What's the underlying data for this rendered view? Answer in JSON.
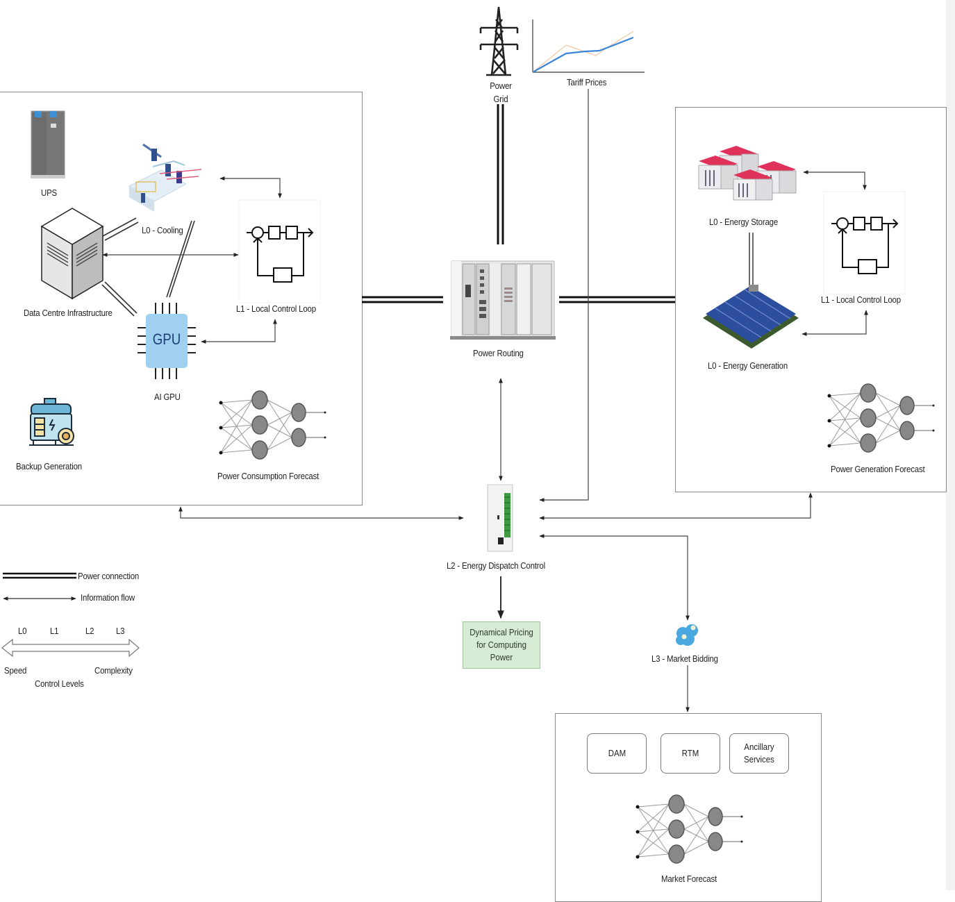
{
  "title": "Data centre energy control architecture",
  "top": {
    "power_grid_label_line1": "Power",
    "power_grid_label_line2": "Grid",
    "tariff_label": "Tariff Prices"
  },
  "data_centre": {
    "ups_label": "UPS",
    "cooling_label": "L0 - Cooling",
    "infrastructure_label": "Data Centre Infrastructure",
    "gpu_chip_text": "GPU",
    "gpu_label": "AI GPU",
    "local_loop_label": "L1 - Local Control Loop",
    "backup_label": "Backup Generation",
    "forecast_label": "Power Consumption Forecast"
  },
  "center": {
    "power_routing_label": "Power Routing",
    "dispatch_label": "L2 - Energy Dispatch Control",
    "pricing_line1": "Dynamical Pricing",
    "pricing_line2": "for Computing",
    "pricing_line3": "Power",
    "market_bidding_label": "L3 - Market Bidding"
  },
  "generation": {
    "storage_label": "L0 - Energy Storage",
    "local_loop_label": "L1 - Local Control Loop",
    "generation_label": "L0 - Energy Generation",
    "forecast_label": "Power Generation Forecast"
  },
  "market": {
    "dam_label": "DAM",
    "rtm_label": "RTM",
    "ancillary_line1": "Ancillary",
    "ancillary_line2": "Services",
    "forecast_label": "Market Forecast"
  },
  "legend": {
    "power_connection": "Power connection",
    "information_flow": "Information flow",
    "levels": [
      "L0",
      "L1",
      "L2",
      "L3"
    ],
    "speed": "Speed",
    "complexity": "Complexity",
    "control_levels": "Control Levels"
  },
  "colors": {
    "gpu_fill": "#9fd0ef",
    "gpu_text": "#1f3e78",
    "pricing_fill": "#d7ecd5",
    "tariff_line": "#3a86d8",
    "tariff_line_faint": "#f3c9a8",
    "storage_roof": "#e0315a",
    "solar_panel": "#2d4e9e",
    "market_cloud": "#4aa8e0"
  }
}
